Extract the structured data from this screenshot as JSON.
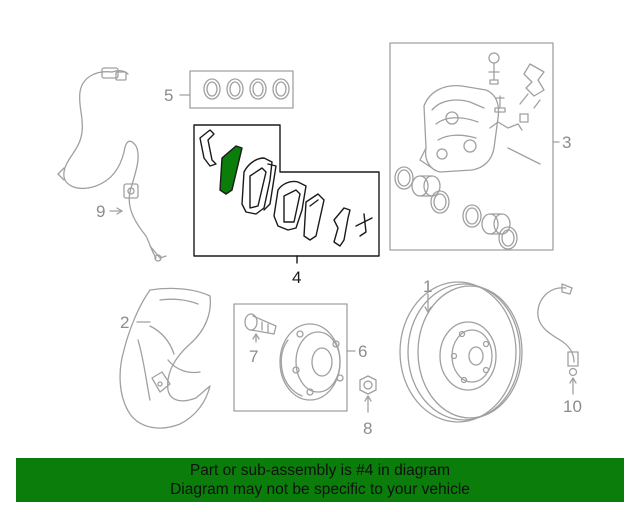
{
  "diagram": {
    "callouts": {
      "p1": "1",
      "p2": "2",
      "p3": "3",
      "p4": "4",
      "p5": "5",
      "p6": "6",
      "p7": "7",
      "p8": "8",
      "p9": "9",
      "p10": "10"
    },
    "colors": {
      "line": "#a0a0a0",
      "dark": "#1a1a1a",
      "highlight": "#0a7d0a",
      "banner_bg": "#0a7d0a"
    }
  },
  "banner": {
    "line1": "Part or sub-assembly is #4 in diagram",
    "line2": "Diagram may not be specific to your vehicle"
  }
}
